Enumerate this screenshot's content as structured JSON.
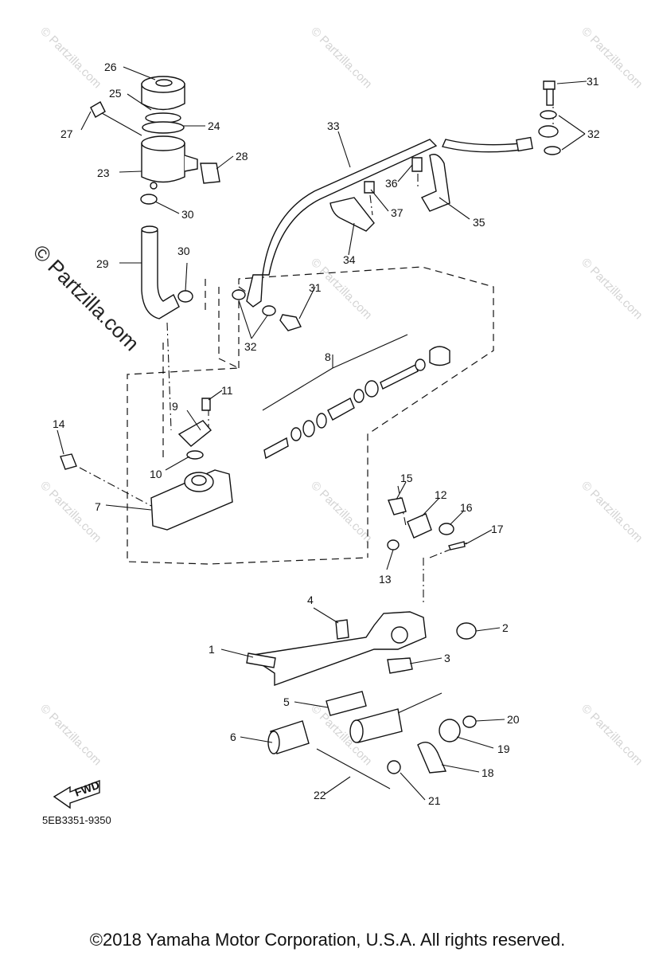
{
  "diagram": {
    "part_labels": {
      "p1": "1",
      "p2": "2",
      "p3": "3",
      "p4": "4",
      "p5": "5",
      "p6": "6",
      "p7": "7",
      "p8": "8",
      "p9": "9",
      "p10": "10",
      "p11": "11",
      "p12": "12",
      "p13": "13",
      "p14": "14",
      "p15": "15",
      "p16": "16",
      "p17": "17",
      "p18": "18",
      "p19": "19",
      "p20": "20",
      "p21": "21",
      "p22": "22",
      "p23": "23",
      "p24": "24",
      "p25": "25",
      "p26": "26",
      "p27": "27",
      "p28": "28",
      "p29": "29",
      "p30a": "30",
      "p30b": "30",
      "p31a": "31",
      "p31b": "31",
      "p32a": "32",
      "p32b": "32",
      "p33": "33",
      "p34": "34",
      "p35": "35",
      "p36": "36",
      "p37": "37"
    },
    "fwd_label": "FWD",
    "diagram_code": "5EB3351-9350"
  },
  "watermark": {
    "text": "© Partzilla.com",
    "small_text": "© Partzilla.com"
  },
  "footer": {
    "copyright": "©2018  Yamaha Motor Corporation, U.S.A. All rights reserved."
  }
}
